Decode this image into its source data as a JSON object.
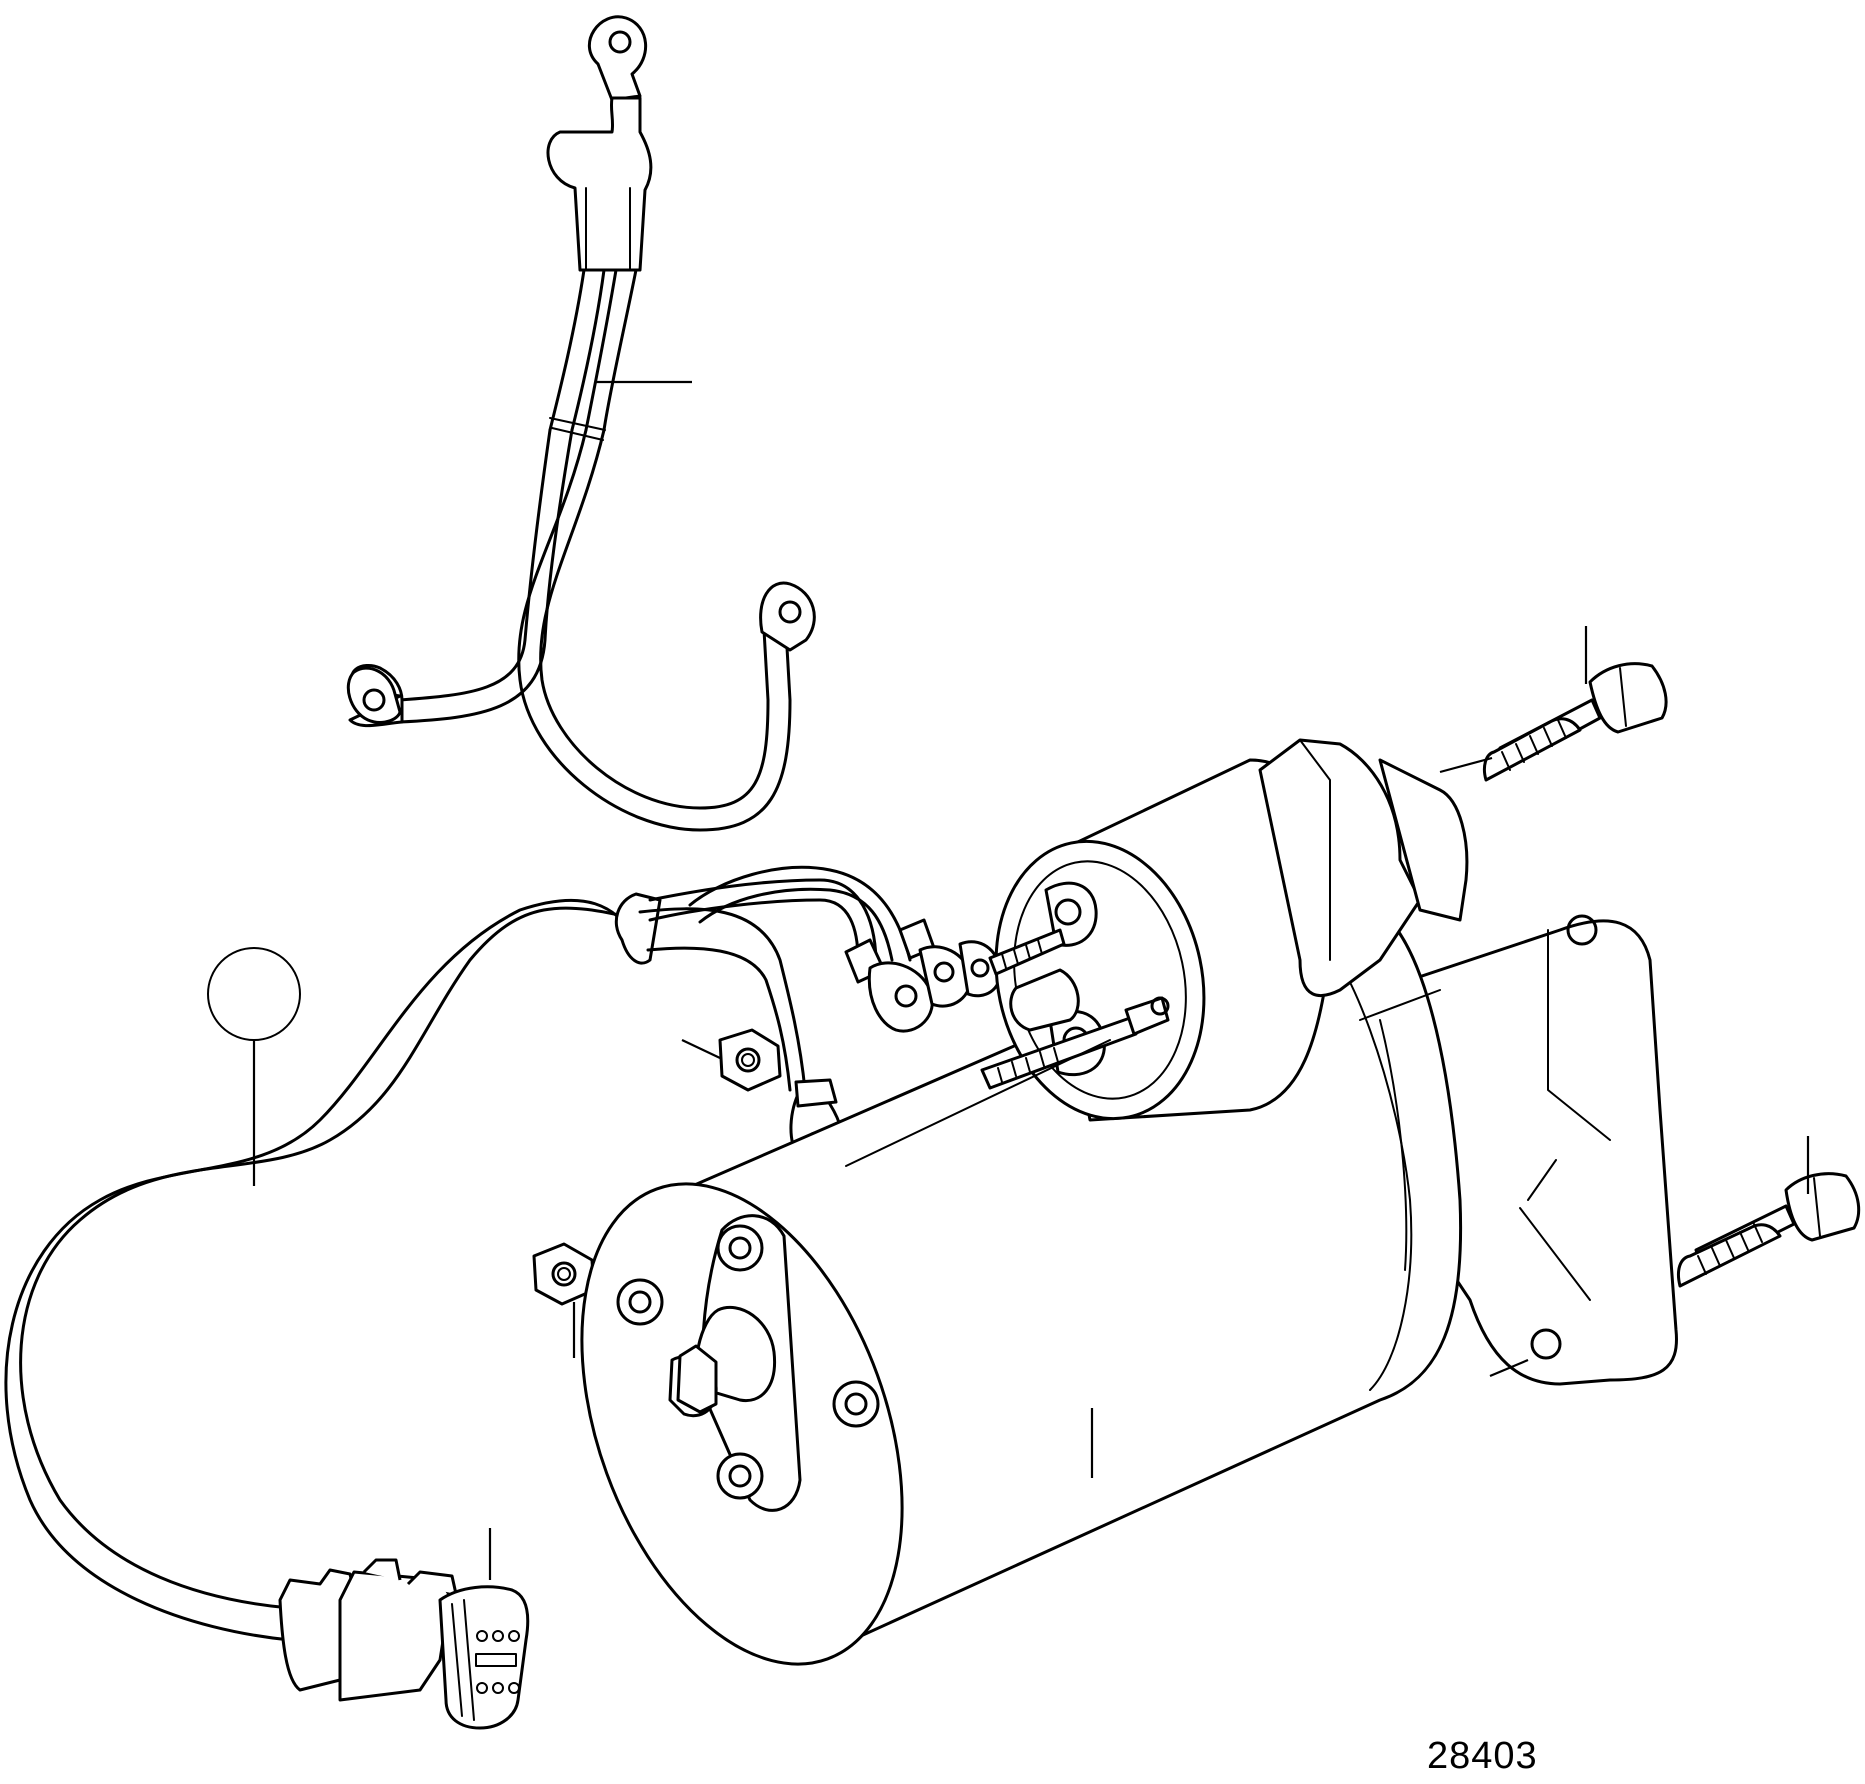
{
  "figure": {
    "number": "28403"
  },
  "components": [
    {
      "id": "battery-cable",
      "icon": "cable-icon"
    },
    {
      "id": "starter-motor",
      "icon": "starter-motor-icon"
    },
    {
      "id": "solenoid",
      "icon": "solenoid-icon"
    },
    {
      "id": "mounting-bolt-upper",
      "icon": "bolt-icon"
    },
    {
      "id": "mounting-bolt-lower",
      "icon": "bolt-icon"
    },
    {
      "id": "hex-nut-upper",
      "icon": "nut-icon"
    },
    {
      "id": "hex-nut-lower",
      "icon": "nut-icon"
    },
    {
      "id": "wiring-harness",
      "icon": "harness-icon"
    },
    {
      "id": "connector",
      "icon": "connector-icon"
    }
  ],
  "callouts": {
    "reference_circle": ""
  }
}
